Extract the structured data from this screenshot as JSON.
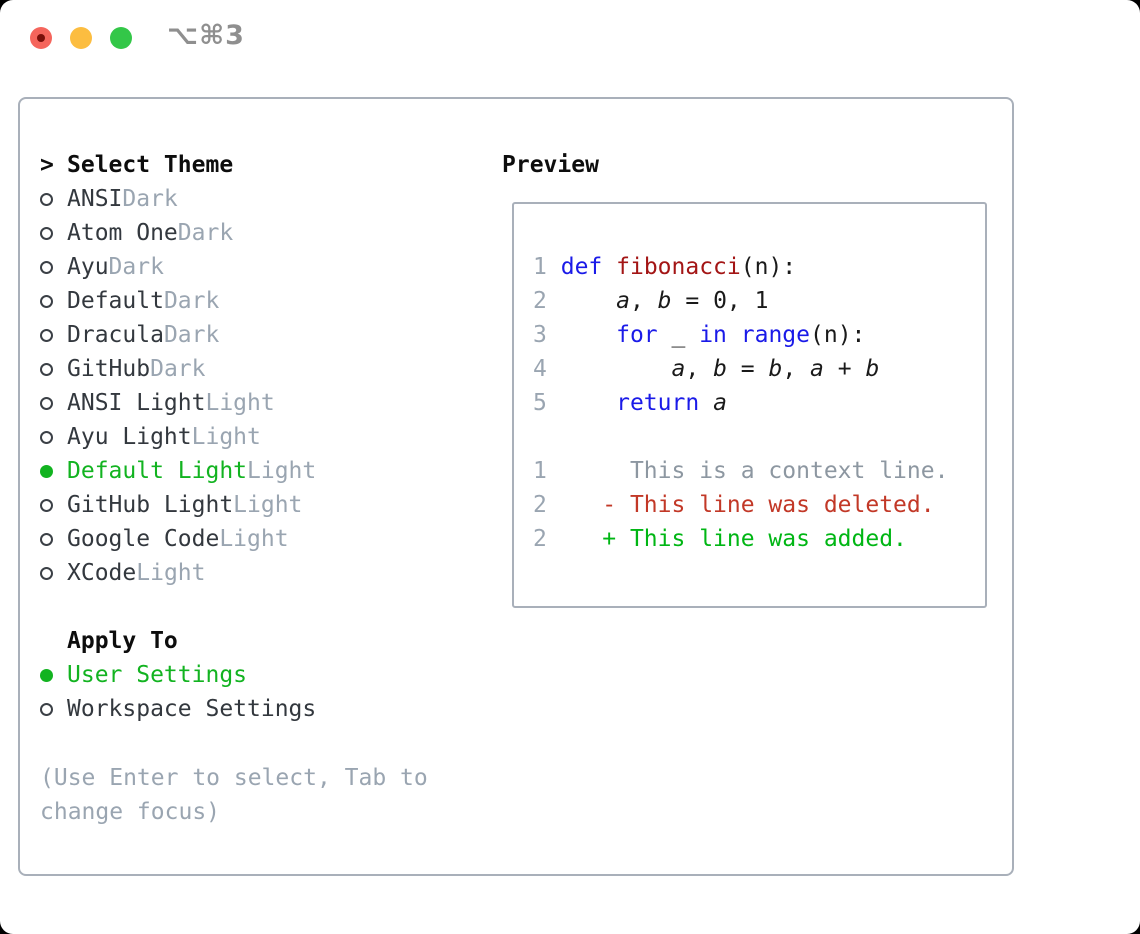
{
  "titlebar": {
    "title": "⌥⌘3",
    "buttons": [
      "close",
      "minimize",
      "zoom"
    ]
  },
  "colors": {
    "accent_green": "#12b320",
    "tag_gray": "#9aa5b1",
    "item_text": "#33383e",
    "heading": "#0d0d0d",
    "border": "#a9b0ba",
    "radio_ring": "#3b4046",
    "keyword_blue": "#1a1ae8",
    "function_red": "#a31515",
    "diff_red": "#c23827",
    "diff_green": "#00b614",
    "linenum_gray": "#9aa5b1",
    "context_gray": "#8d97a1",
    "help_gray": "#9aa5b1",
    "title_gray": "#8f8f8f",
    "traffic_red": "#f5655c",
    "traffic_red_dot": "#7a0f0a",
    "traffic_yellow": "#fcbd40",
    "traffic_green": "#33c748"
  },
  "theme_list": {
    "prompt": ">",
    "header": "Select Theme",
    "items": [
      {
        "name": "ANSI",
        "tag": "Dark",
        "selected": false
      },
      {
        "name": "Atom One",
        "tag": "Dark",
        "selected": false
      },
      {
        "name": "Ayu",
        "tag": "Dark",
        "selected": false
      },
      {
        "name": "Default",
        "tag": "Dark",
        "selected": false
      },
      {
        "name": "Dracula",
        "tag": "Dark",
        "selected": false
      },
      {
        "name": "GitHub",
        "tag": "Dark",
        "selected": false
      },
      {
        "name": "ANSI Light",
        "tag": "Light",
        "selected": false
      },
      {
        "name": "Ayu Light",
        "tag": "Light",
        "selected": false
      },
      {
        "name": "Default Light",
        "tag": "Light",
        "selected": true
      },
      {
        "name": "GitHub Light",
        "tag": "Light",
        "selected": false
      },
      {
        "name": "Google Code",
        "tag": "Light",
        "selected": false
      },
      {
        "name": "XCode",
        "tag": "Light",
        "selected": false
      }
    ]
  },
  "apply_to": {
    "header": "Apply To",
    "options": [
      {
        "name": "User Settings",
        "selected": true
      },
      {
        "name": "Workspace Settings",
        "selected": false
      }
    ]
  },
  "help_text": "(Use Enter to select, Tab to change focus)",
  "preview": {
    "label": "Preview",
    "code_lines": [
      {
        "num": "1",
        "segments": [
          {
            "text": "def",
            "color": "keyword"
          },
          {
            "text": " ",
            "color": "plain"
          },
          {
            "text": "fibonacci",
            "color": "function"
          },
          {
            "text": "(n):",
            "color": "plain"
          }
        ]
      },
      {
        "num": "2",
        "segments": [
          {
            "text": "    ",
            "color": "plain"
          },
          {
            "text": "a",
            "color": "plain",
            "italic": true
          },
          {
            "text": ", ",
            "color": "plain"
          },
          {
            "text": "b",
            "color": "plain",
            "italic": true
          },
          {
            "text": " = 0, 1",
            "color": "plain"
          }
        ]
      },
      {
        "num": "3",
        "segments": [
          {
            "text": "    ",
            "color": "plain"
          },
          {
            "text": "for",
            "color": "keyword"
          },
          {
            "text": " _ ",
            "color": "plain"
          },
          {
            "text": "in",
            "color": "keyword"
          },
          {
            "text": " ",
            "color": "plain"
          },
          {
            "text": "range",
            "color": "keyword"
          },
          {
            "text": "(n):",
            "color": "plain"
          }
        ]
      },
      {
        "num": "4",
        "segments": [
          {
            "text": "        ",
            "color": "plain"
          },
          {
            "text": "a",
            "color": "plain",
            "italic": true
          },
          {
            "text": ", ",
            "color": "plain"
          },
          {
            "text": "b",
            "color": "plain",
            "italic": true
          },
          {
            "text": " = ",
            "color": "plain"
          },
          {
            "text": "b",
            "color": "plain",
            "italic": true
          },
          {
            "text": ", ",
            "color": "plain"
          },
          {
            "text": "a",
            "color": "plain",
            "italic": true
          },
          {
            "text": " + ",
            "color": "plain"
          },
          {
            "text": "b",
            "color": "plain",
            "italic": true
          }
        ]
      },
      {
        "num": "5",
        "segments": [
          {
            "text": "    ",
            "color": "plain"
          },
          {
            "text": "return",
            "color": "keyword"
          },
          {
            "text": " ",
            "color": "plain"
          },
          {
            "text": "a",
            "color": "plain",
            "italic": true
          }
        ]
      },
      {
        "num": "",
        "segments": []
      },
      {
        "num": "1",
        "segments": [
          {
            "text": "     This is a context line.",
            "color": "context"
          }
        ]
      },
      {
        "num": "2",
        "segments": [
          {
            "text": "   - This line was deleted.",
            "color": "deleted"
          }
        ]
      },
      {
        "num": "2",
        "segments": [
          {
            "text": "   + This line was added.",
            "color": "added"
          }
        ]
      }
    ]
  }
}
